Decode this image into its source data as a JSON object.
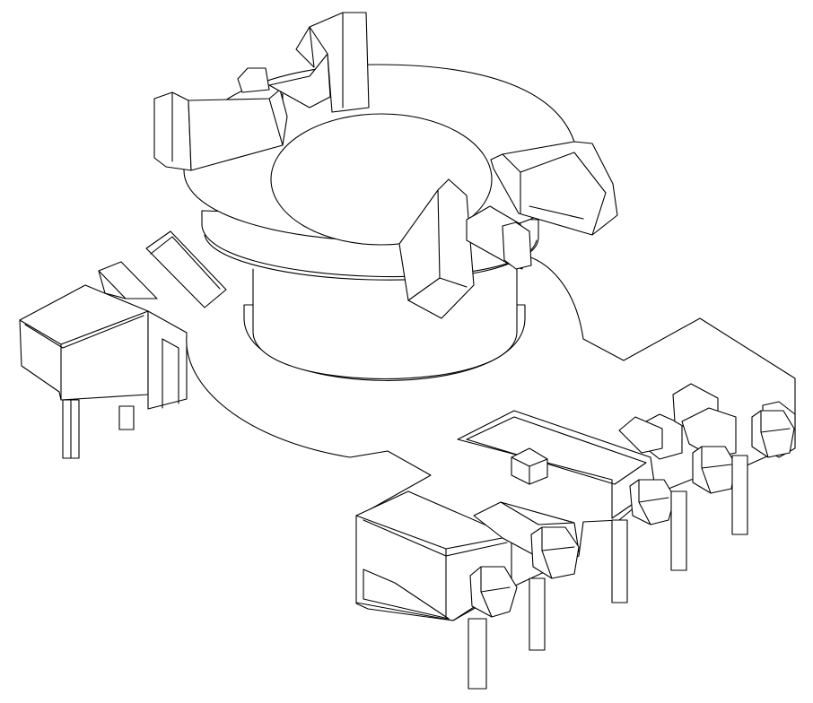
{
  "drawing": {
    "type": "isometric-line-drawing",
    "subject": "transformer-bobbin",
    "line_color": "#000000",
    "background": "#ffffff",
    "pin_count": 9
  }
}
